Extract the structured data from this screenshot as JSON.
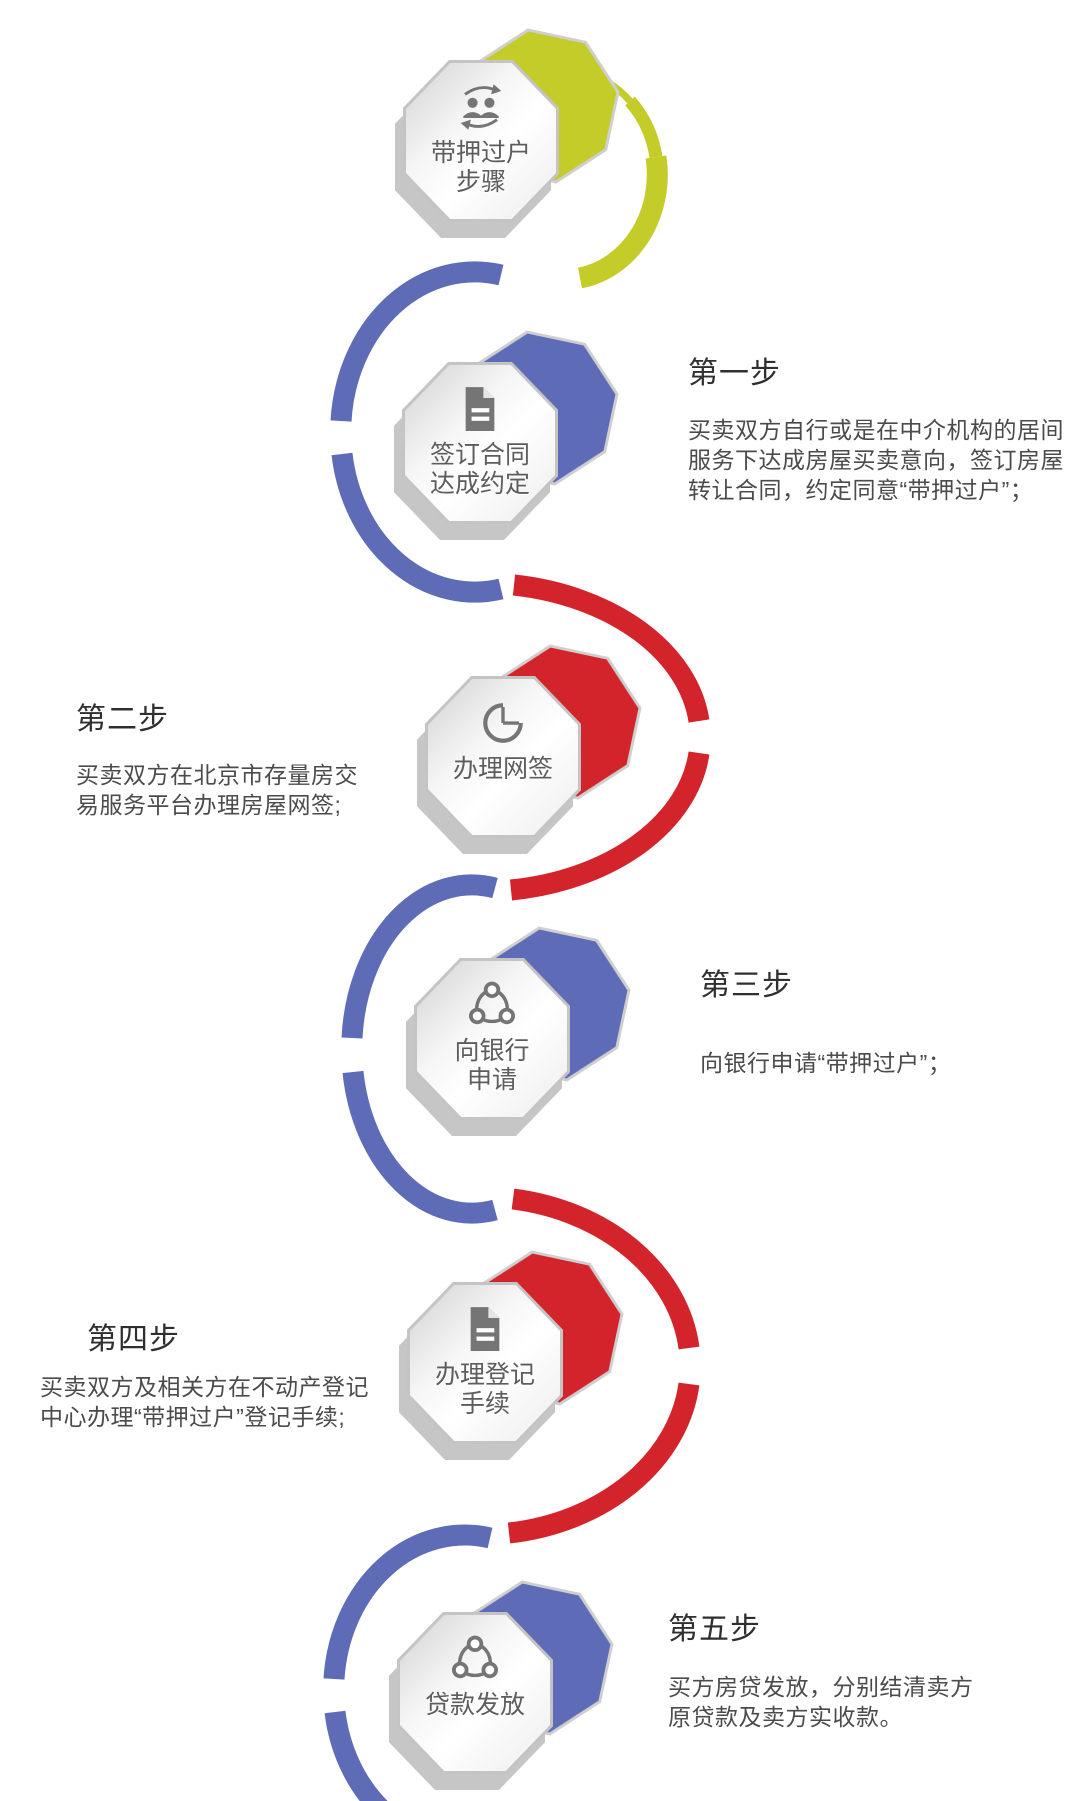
{
  "colors": {
    "yellow": "#c3cc29",
    "blue": "#5e6cb8",
    "red": "#d3242b",
    "badge-border": "#c4c4c4",
    "badge-shadow": "#c6c6c6",
    "icon-gray": "#757575",
    "label-ink": "#5d5d5d",
    "title-ink": "#2f2f2f",
    "body-ink": "#4b4b4b"
  },
  "hub": {
    "label": "带押过户\n步骤",
    "icon": "people-sync",
    "accent": "yellow"
  },
  "steps": [
    {
      "title": "第一步",
      "body": "买卖双方自行或是在中介机构的居间服务下达成房屋买卖意向，签订房屋转让合同，约定同意“带押过户”；",
      "badge_label": "签订合同\n达成约定",
      "icon": "document",
      "accent": "blue",
      "side": "right"
    },
    {
      "title": "第二步",
      "body": "买卖双方在北京市存量房交易服务平台办理房屋网签;",
      "badge_label": "办理网签",
      "icon": "pie-chart",
      "accent": "red",
      "side": "left"
    },
    {
      "title": "第三步",
      "body": "向银行申请“带押过户”；",
      "badge_label": "向银行\n申请",
      "icon": "share-network",
      "accent": "blue",
      "side": "right"
    },
    {
      "title": "第四步",
      "body": "买卖双方及相关方在不动产登记中心办理“带押过户”登记手续;",
      "badge_label": "办理登记\n手续",
      "icon": "document",
      "accent": "red",
      "side": "left"
    },
    {
      "title": "第五步",
      "body": "买方房贷发放，分别结清卖方原贷款及卖方实收款。",
      "badge_label": "贷款发放",
      "icon": "share-network",
      "accent": "blue",
      "side": "right"
    }
  ]
}
